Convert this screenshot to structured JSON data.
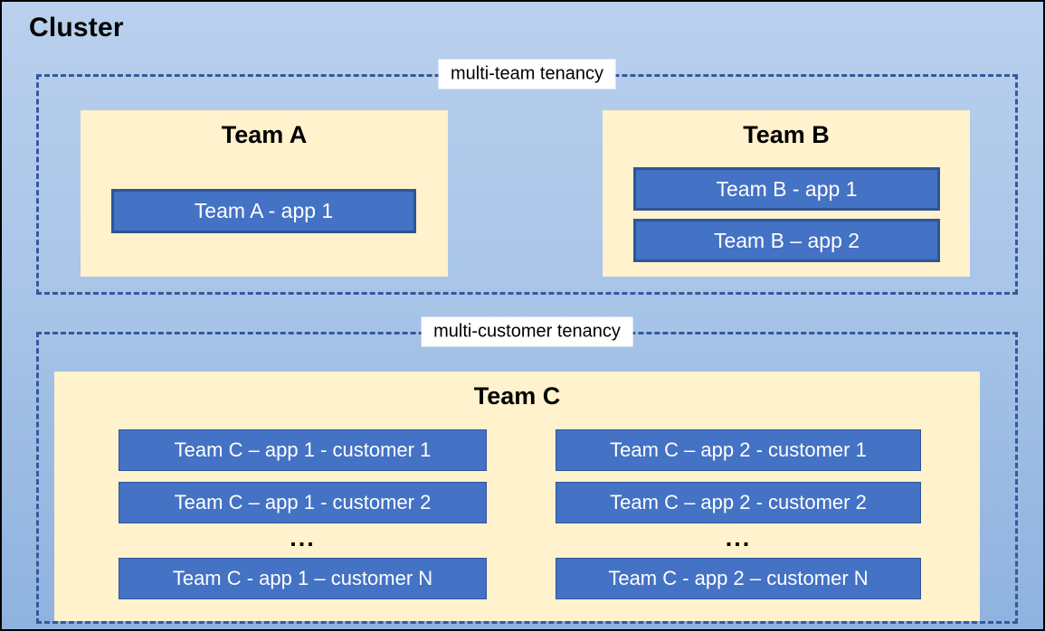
{
  "cluster": {
    "title": "Cluster"
  },
  "zones": [
    {
      "label": "multi-team tenancy",
      "teams": [
        {
          "name": "Team A",
          "apps": [
            "Team A - app 1"
          ]
        },
        {
          "name": "Team B",
          "apps": [
            "Team B - app 1",
            "Team B – app 2"
          ]
        }
      ]
    },
    {
      "label": "multi-customer tenancy",
      "teams": [
        {
          "name": "Team C",
          "columns": [
            {
              "apps": [
                "Team C – app 1 - customer 1",
                "Team C – app 1 - customer 2"
              ],
              "ellipsis": "...",
              "last_app": "Team C - app 1 – customer N"
            },
            {
              "apps": [
                "Team C – app 2 - customer 1",
                "Team C – app 2 - customer 2"
              ],
              "ellipsis": "...",
              "last_app": "Team C - app 2 – customer N"
            }
          ]
        }
      ]
    }
  ],
  "colors": {
    "background_top": "#BAD0EE",
    "background_bottom": "#8FB2DF",
    "team_fill": "#FFF2CC",
    "app_fill": "#4472C4",
    "app_border": "#2F5597",
    "zone_border": "#35599B",
    "outer_border": "#000000",
    "label_bg": "#FFFFFF",
    "app_text": "#FFFFFF",
    "title_text": "#000000"
  }
}
